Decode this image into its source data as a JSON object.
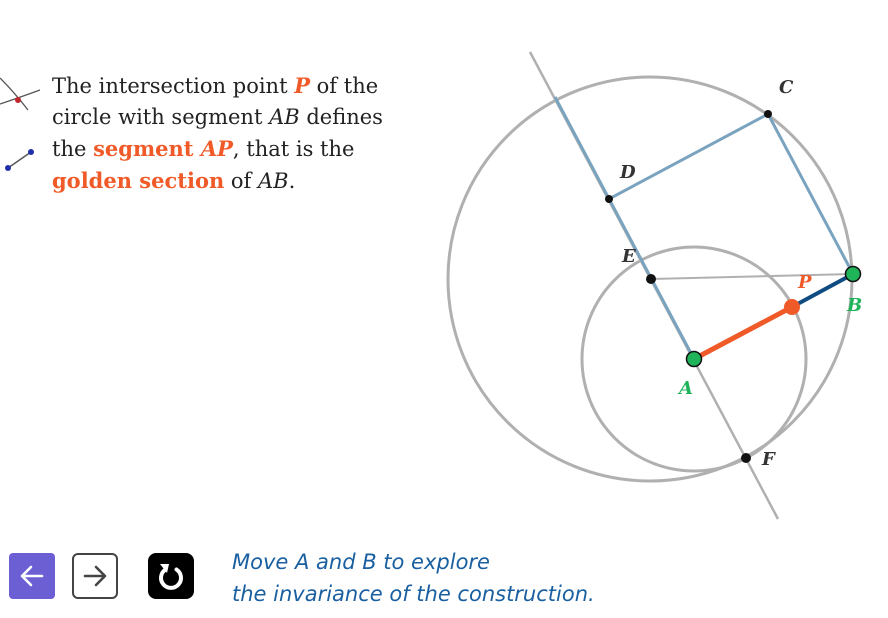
{
  "explanation": {
    "line1": {
      "pre": "The intersection point ",
      "var": "P",
      "post": " of the"
    },
    "line2": {
      "pre": "circle with segment ",
      "var": "AB",
      "post": " defines"
    },
    "line3": {
      "pre": "the ",
      "hl_word": "segment ",
      "hl_var": "AP",
      "post": ", that is the"
    },
    "line4": {
      "hl_word": "golden section",
      "mid": " of ",
      "var": "AB",
      "post": "."
    }
  },
  "points": {
    "A": {
      "label": "A",
      "color": "#1fb35a"
    },
    "B": {
      "label": "B",
      "color": "#1fb35a"
    },
    "C": {
      "label": "C"
    },
    "D": {
      "label": "D"
    },
    "E": {
      "label": "E"
    },
    "F": {
      "label": "F"
    },
    "P": {
      "label": "P",
      "color": "#f05a28"
    }
  },
  "colors": {
    "circle": "#b0b0b0",
    "square": "#7aa3bf",
    "segment_AP": "#f05a28",
    "segment_PB": "#0f4c81",
    "back_button": "#6b5fd3",
    "instruction_text": "#1a5fa0"
  },
  "buttons": {
    "back_icon": "arrow-left-icon",
    "forward_icon": "arrow-right-icon",
    "reset_icon": "reset-icon"
  },
  "instruction": {
    "line1": "Move A and B to explore",
    "line2": "the invariance of the construction."
  }
}
